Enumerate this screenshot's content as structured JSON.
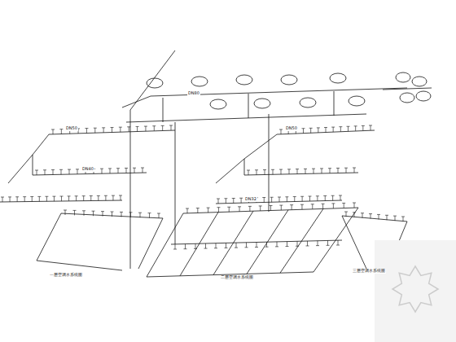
{
  "diagram": {
    "labels": [
      "一层空调水系统图",
      "二层空调水系统图",
      "三层空调水系统图",
      "DN80",
      "DN50",
      "DN50",
      "DN40",
      "DN32"
    ]
  }
}
